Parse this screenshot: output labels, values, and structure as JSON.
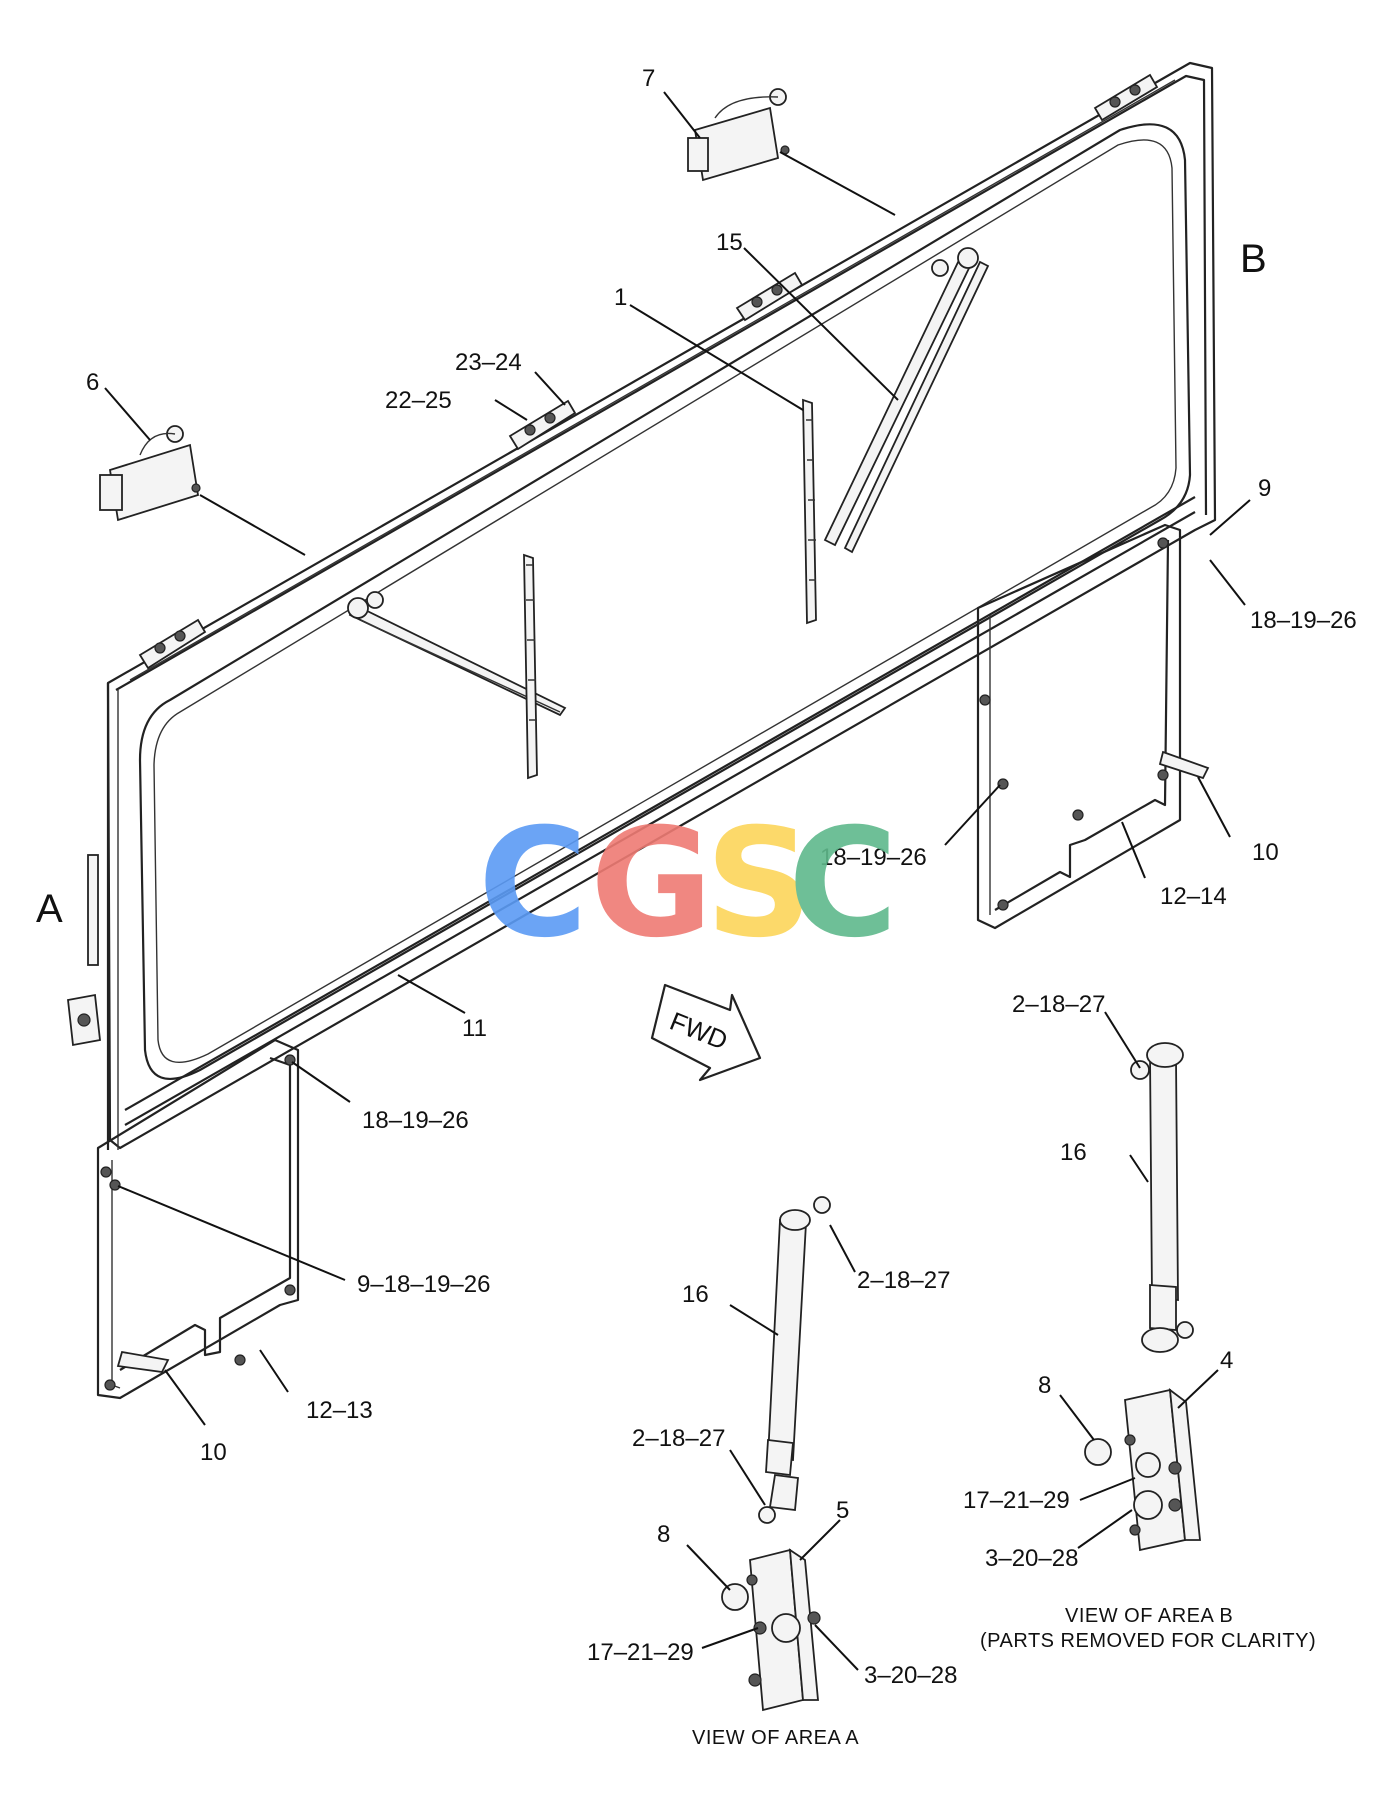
{
  "diagram": {
    "area_labels": {
      "a": "A",
      "b": "B"
    },
    "fwd_label": "FWD",
    "watermark": {
      "text": "CGSC",
      "letters": [
        "C",
        "G",
        "S",
        "C"
      ],
      "colors": [
        "#5b9bf5",
        "#ef7b74",
        "#fcd55a",
        "#5fb98c"
      ]
    },
    "callouts": {
      "c7": "7",
      "c15": "15",
      "c1": "1",
      "c6": "6",
      "c23_24": "23–24",
      "c22_25": "22–25",
      "c9_top": "9",
      "c18_19_26_top": "18–19–26",
      "c18_19_26_mid": "18–19–26",
      "c10_right": "10",
      "c12_14": "12–14",
      "c11": "11",
      "c18_19_26_low": "18–19–26",
      "c9_18_19_26": "9–18–19–26",
      "c12_13": "12–13",
      "c10_left": "10",
      "a_2_18_27_top": "2–18–27",
      "a_16": "16",
      "a_2_18_27_bot": "2–18–27",
      "a_8": "8",
      "a_5": "5",
      "a_17_21_29": "17–21–29",
      "a_3_20_28": "3–20–28",
      "b_2_18_27": "2–18–27",
      "b_16": "16",
      "b_8": "8",
      "b_4": "4",
      "b_17_21_29": "17–21–29",
      "b_3_20_28": "3–20–28"
    },
    "captions": {
      "view_a": "VIEW OF AREA  A",
      "view_b_line1": "VIEW OF AREA  B",
      "view_b_line2": "(PARTS REMOVED FOR CLARITY)"
    }
  }
}
